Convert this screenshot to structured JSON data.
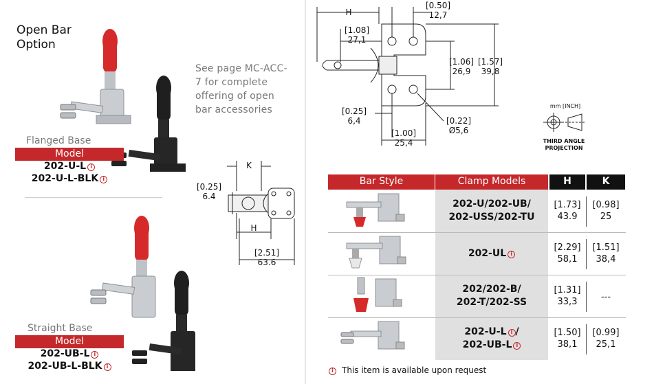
{
  "left": {
    "title": "Open Bar\nOption",
    "see_note": "See page MC-ACC-7 for complete offering of open bar accessories",
    "flanged": {
      "base_label": "Flanged Base",
      "model_label": "Model",
      "models": [
        "202-U-L",
        "202-U-L-BLK"
      ]
    },
    "straight": {
      "base_label": "Straight Base",
      "model_label": "Model",
      "models": [
        "202-UB-L",
        "202-UB-L-BLK"
      ]
    }
  },
  "small_drawing": {
    "k": "K",
    "h": "H",
    "d1_inch": "[0.25]",
    "d1_mm": "6.4",
    "d2_inch": "[2.51]",
    "d2_mm": "63.6"
  },
  "top_drawing": {
    "h": "H",
    "d050_inch": "[0.50]",
    "d050_mm": "12,7",
    "d108_inch": "[1.08]",
    "d108_mm": "27,1",
    "d106_inch": "[1.06]",
    "d106_mm": "26,9",
    "d157_inch": "[1.57]",
    "d157_mm": "39,8",
    "d025_inch": "[0.25]",
    "d025_mm": "6,4",
    "d100_inch": "[1.00]",
    "d100_mm": "25,4",
    "d022_inch": "[0.22]",
    "d022_mm": "Ø5,6"
  },
  "projection": {
    "units": "mm [INCH]",
    "label": "THIRD ANGLE\nPROJECTION"
  },
  "table": {
    "headers": {
      "bar_style": "Bar Style",
      "clamp_models": "Clamp Models",
      "h": "H",
      "k": "K"
    },
    "rows": [
      {
        "models": "202-U/202-UB/\n202-USS/202-TU",
        "h": "[1.73]\n43.9",
        "k": "[0.98]\n25",
        "info": false
      },
      {
        "models": "202-UL",
        "h": "[2.29]\n58,1",
        "k": "[1.51]\n38,4",
        "info": true
      },
      {
        "models": "202/202-B/\n202-T/202-SS",
        "h": "[1.31]\n33,3",
        "k": "---",
        "info": false
      },
      {
        "models": "202-U-L /\n202-UB-L",
        "h": "[1.50]\n38,1",
        "k": "[0.99]\n25,1",
        "info": true
      }
    ]
  },
  "footnote": "This item is available upon request",
  "colors": {
    "brand_red": "#c4282b",
    "header_black": "#111111",
    "model_gray": "#e0e0e0"
  }
}
